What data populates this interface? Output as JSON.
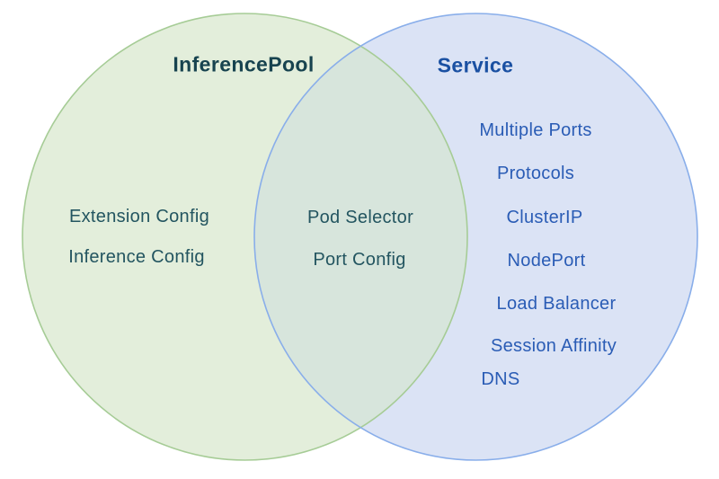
{
  "venn": {
    "left": {
      "title": "InferencePool",
      "items": [
        "Extension Config",
        "Inference Config"
      ],
      "fill": "#e3eedb",
      "stroke": "#a6cc96",
      "title_color": "#17434f",
      "item_color": "#235560"
    },
    "overlap": {
      "items": [
        "Pod Selector",
        "Port Config"
      ],
      "fill": "#d7e5dc",
      "item_color": "#235560"
    },
    "right": {
      "title": "Service",
      "items": [
        "Multiple Ports",
        "Protocols",
        "ClusterIP",
        "NodePort",
        "Load Balancer",
        "Session Affinity",
        "DNS"
      ],
      "fill": "#dbe3f5",
      "stroke": "#89aeea",
      "title_color": "#1a50a2",
      "item_color": "#2a5cb5"
    }
  }
}
